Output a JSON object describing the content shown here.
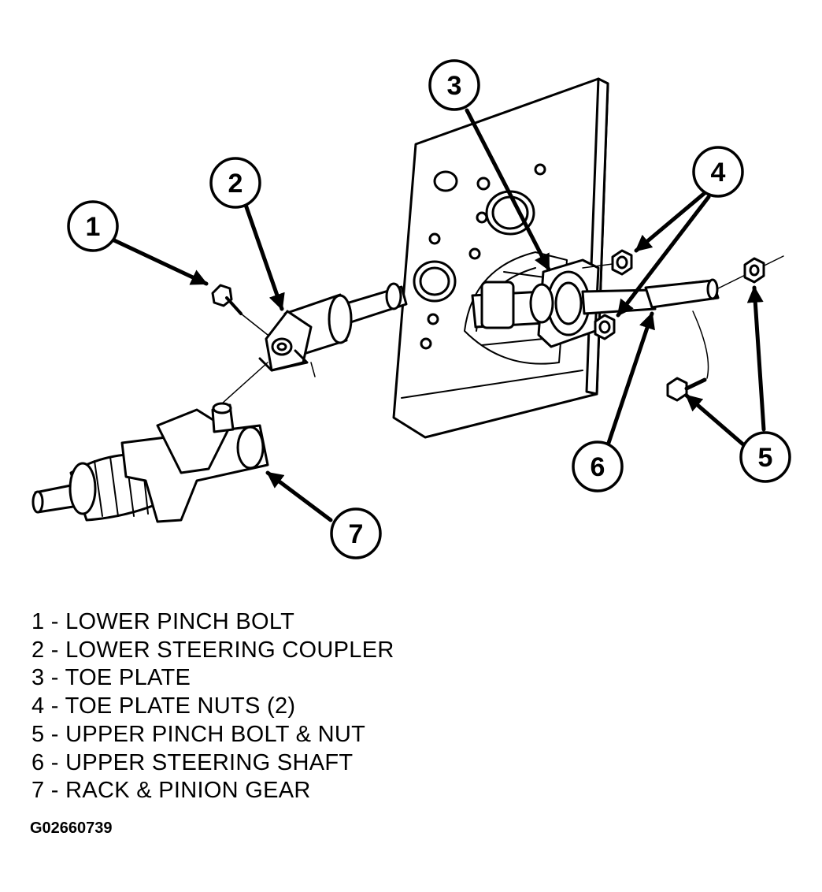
{
  "callouts": [
    "1",
    "2",
    "3",
    "4",
    "5",
    "6",
    "7"
  ],
  "legend": [
    "1 - LOWER PINCH BOLT",
    "2 - LOWER STEERING COUPLER",
    "3 - TOE PLATE",
    "4 - TOE PLATE NUTS (2)",
    "5 - UPPER PINCH BOLT & NUT",
    "6 - UPPER STEERING SHAFT",
    "7 - RACK & PINION GEAR"
  ],
  "figure_id": "G02660739"
}
